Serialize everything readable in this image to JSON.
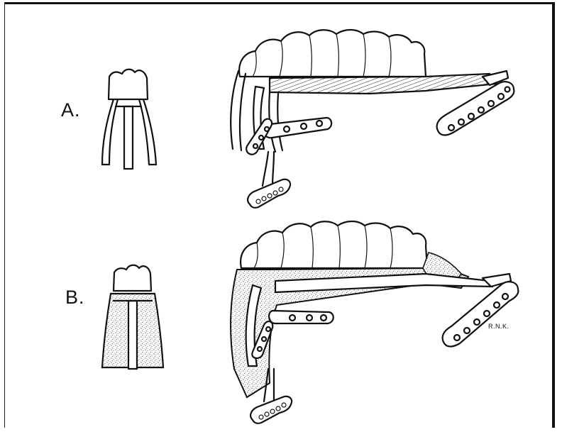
{
  "figure": {
    "panel_a_label": "A.",
    "panel_b_label": "B.",
    "artist_initials": "R.N.K."
  }
}
